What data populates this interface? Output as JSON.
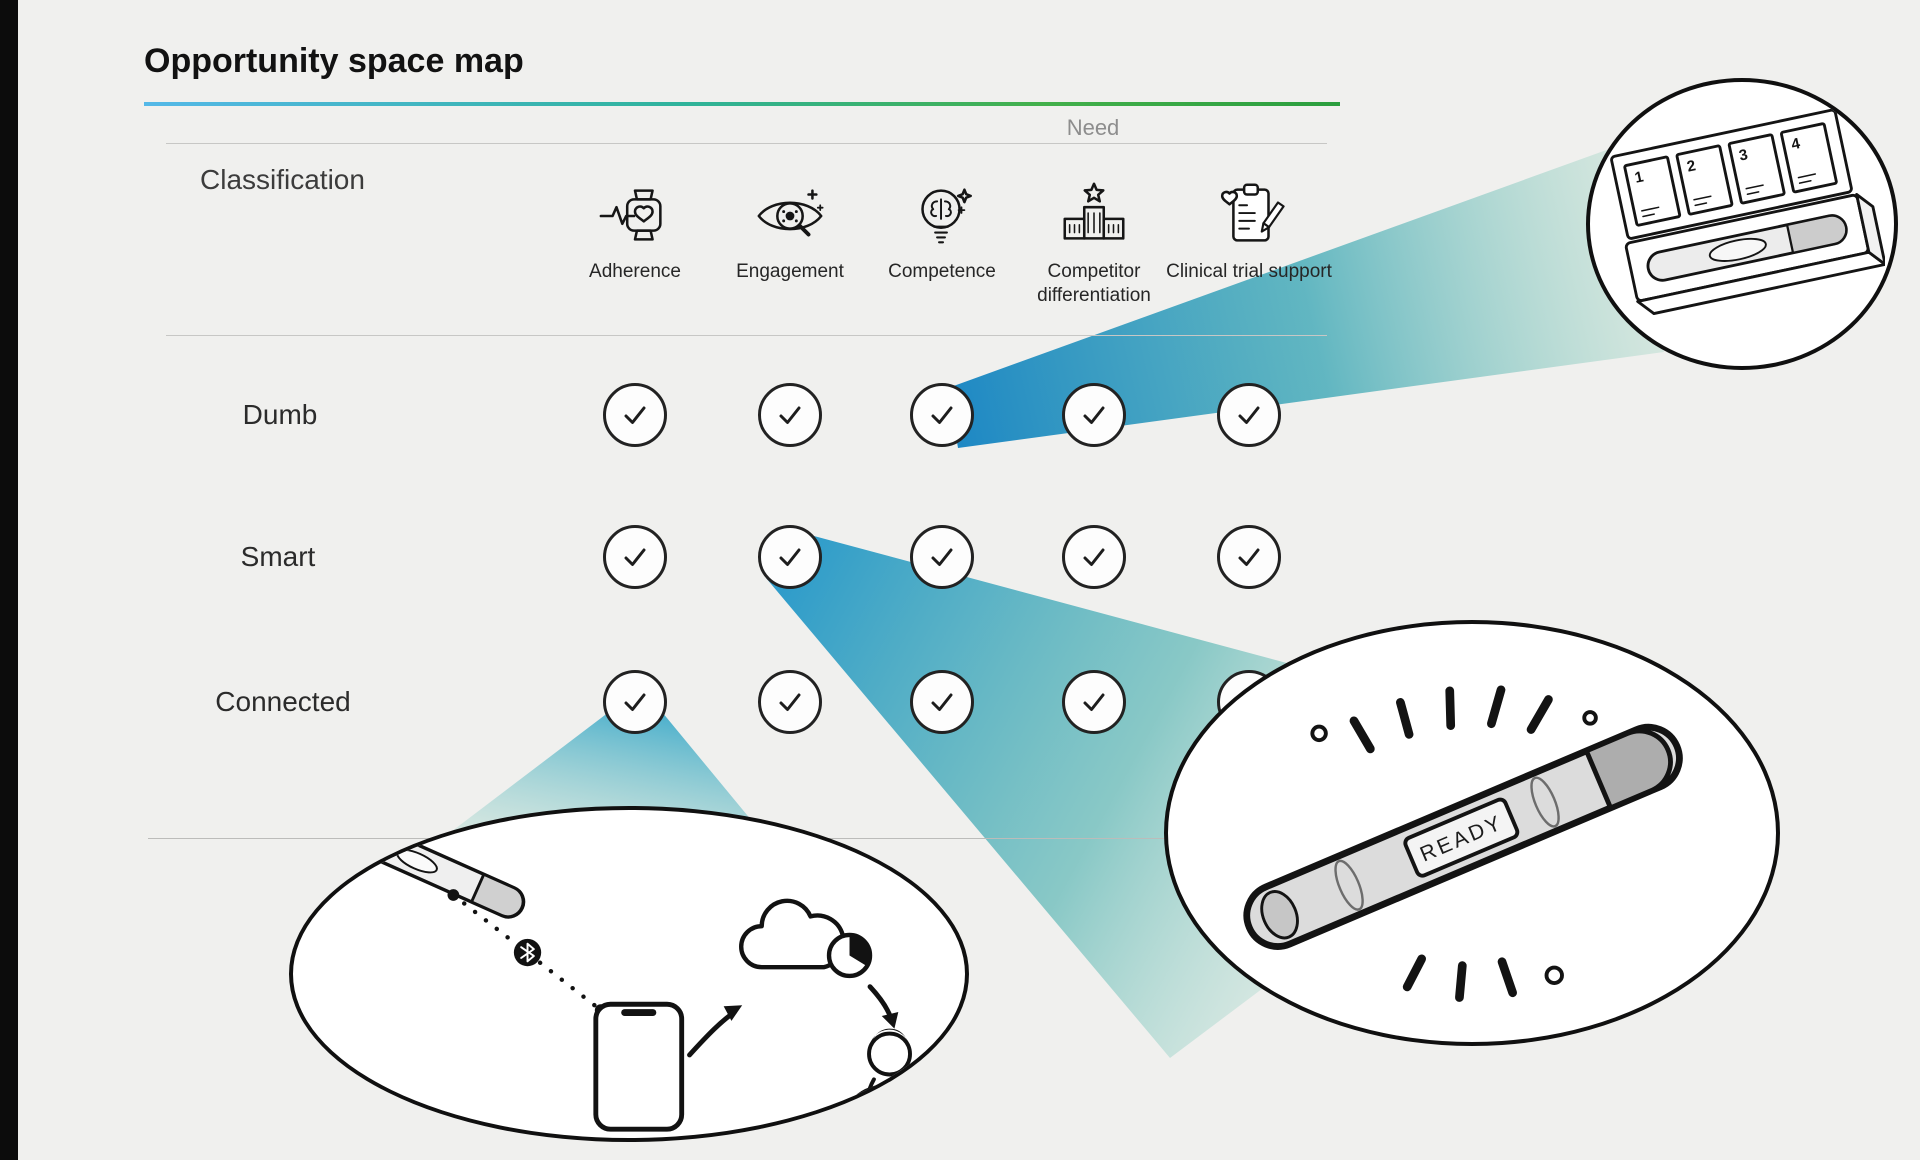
{
  "title": "Opportunity space map",
  "matrix": {
    "need_label": "Need",
    "classification_label": "Classification",
    "columns": [
      {
        "label": "Adherence"
      },
      {
        "label": "Engagement"
      },
      {
        "label": "Competence"
      },
      {
        "label": "Competitor differentiation"
      },
      {
        "label": "Clinical trial support"
      }
    ],
    "rows": [
      {
        "label": "Dumb",
        "checks": [
          true,
          true,
          true,
          true,
          true
        ]
      },
      {
        "label": "Smart",
        "checks": [
          true,
          true,
          true,
          true,
          true
        ]
      },
      {
        "label": "Connected",
        "checks": [
          true,
          true,
          true,
          true,
          true
        ]
      }
    ]
  },
  "callouts": {
    "package": {
      "sachet_numbers": [
        "1",
        "2",
        "3",
        "4"
      ]
    },
    "device": {
      "ready_label": "READY"
    }
  },
  "colors": {
    "background": "#f0f0ee",
    "accent_gradient_start": "#54b8e8",
    "accent_gradient_end": "#2b9e3e",
    "beam_blue": "#1282c2",
    "beam_teal_fade": "#8ecfb2",
    "ink": "#1a1a1a"
  }
}
